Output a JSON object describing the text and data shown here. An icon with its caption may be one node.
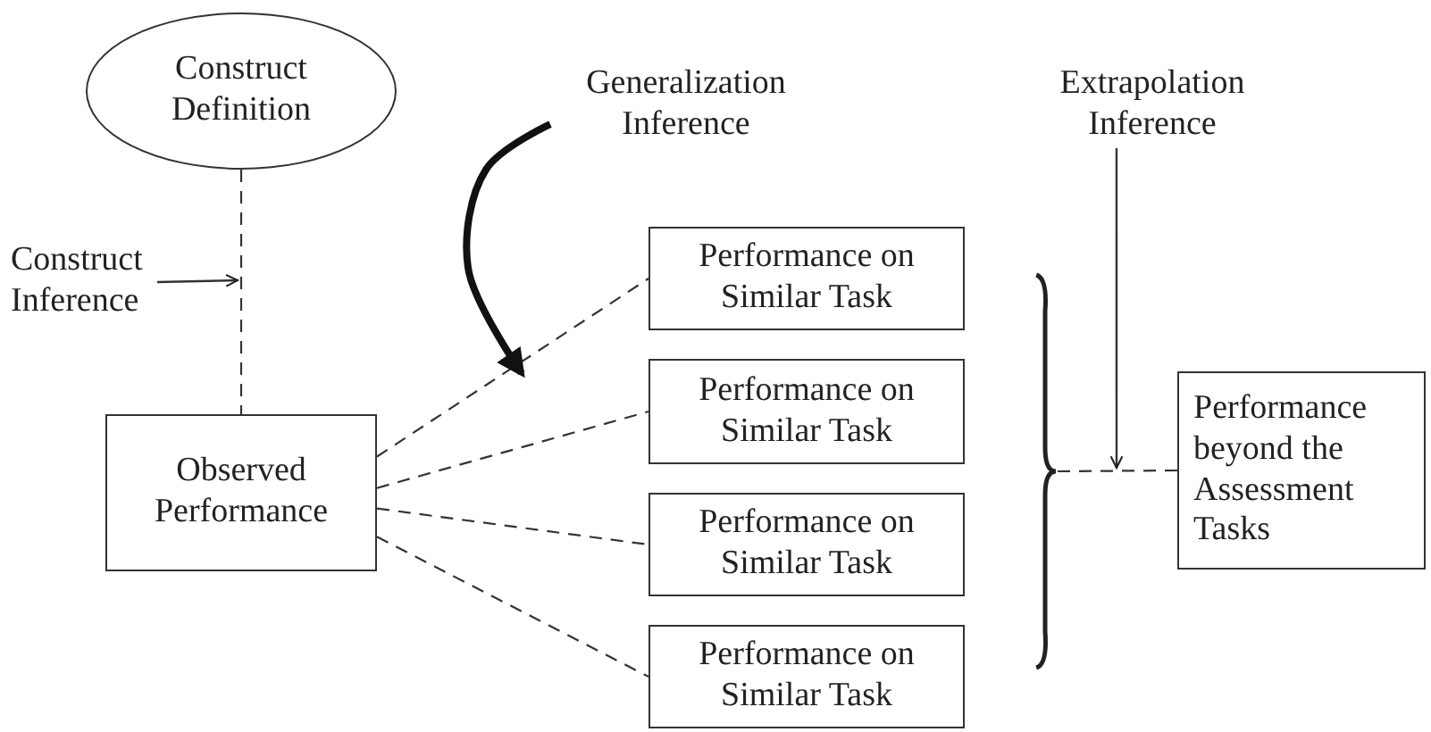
{
  "diagram": {
    "nodes": [
      {
        "text": [
          "Construct Definition"
        ]
      },
      {
        "text": [
          "Construct Inference"
        ]
      },
      {
        "text": [
          "Generalization Inference"
        ]
      },
      {
        "text": [
          "Extrapolation Inference"
        ]
      },
      {
        "text": [
          "Observed Performance"
        ]
      },
      {
        "text": [
          "Performance on Similar Task"
        ]
      },
      {
        "text": [
          "Performance on Similar Task"
        ]
      },
      {
        "text": [
          "Performance on Similar Task"
        ]
      },
      {
        "text": [
          "Performance on Similar Task"
        ]
      },
      {
        "text": [],
        "shape": "brace"
      },
      {
        "text": [
          "Performance beyond the Assessment Tasks"
        ]
      }
    ],
    "edges": [
      {
        "from": 0,
        "to": 4,
        "arrow": "none",
        "style": "dashed"
      },
      {
        "from": 1,
        "to": null,
        "arrow": "to"
      },
      {
        "from": 4,
        "to": 5,
        "arrow": "none",
        "style": "dashed"
      },
      {
        "from": 4,
        "to": 6,
        "arrow": "none",
        "style": "dashed"
      },
      {
        "from": 4,
        "to": 7,
        "arrow": "none",
        "style": "dashed"
      },
      {
        "from": 4,
        "to": 8,
        "arrow": "none",
        "style": "dashed"
      },
      {
        "from": 2,
        "to": null,
        "arrow": "to",
        "style": "thick"
      },
      {
        "from": 9,
        "to": 10,
        "arrow": "none",
        "style": "dashed"
      },
      {
        "from": 3,
        "to": null,
        "arrow": "to"
      }
    ]
  }
}
